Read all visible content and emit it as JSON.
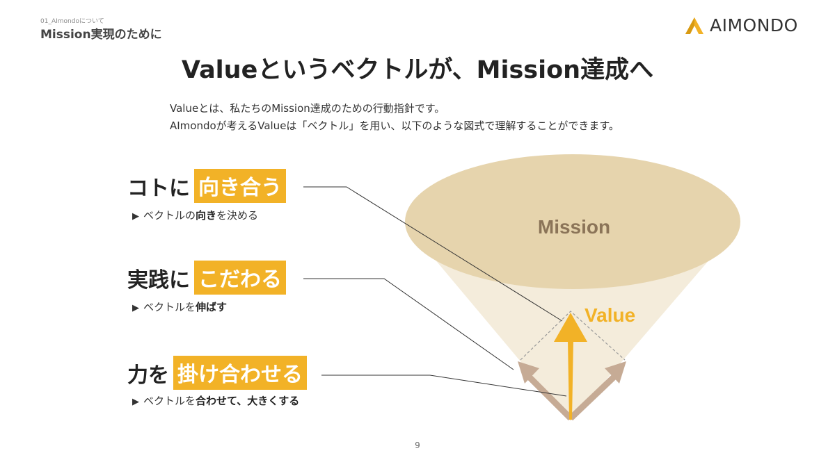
{
  "header": {
    "section_label": "01_AImondoについて",
    "section_title": "Mission実現のために",
    "logo_text": "AIMONDO"
  },
  "title": "Valueというベクトルが、Mission達成へ",
  "intro": {
    "line1": "Valueとは、私たちのMission達成のための行動指針です。",
    "line2": "AImondoが考えるValueは「ベクトル」を用い、以下のような図式で理解することができます。"
  },
  "values": [
    {
      "prefix": "コトに",
      "highlight": "向き合う",
      "sub_pre": "ベクトルの",
      "sub_bold": "向き",
      "sub_post": "を決める"
    },
    {
      "prefix": "実践に",
      "highlight": "こだわる",
      "sub_pre": "ベクトルを",
      "sub_bold": "伸ばす",
      "sub_post": ""
    },
    {
      "prefix": "力を",
      "highlight": "掛け合わせる",
      "sub_pre": "ベクトルを",
      "sub_bold": "合わせて、大きくする",
      "sub_post": ""
    }
  ],
  "diagram": {
    "mission_label": "Mission",
    "value_label": "Value"
  },
  "page_number": "9",
  "colors": {
    "accent": "#f2b227",
    "mission_ellipse": "#e6d4ad",
    "cone": "#f4ecdb",
    "mission_text": "#8b7458",
    "side_arrows": "#c6ab95"
  }
}
